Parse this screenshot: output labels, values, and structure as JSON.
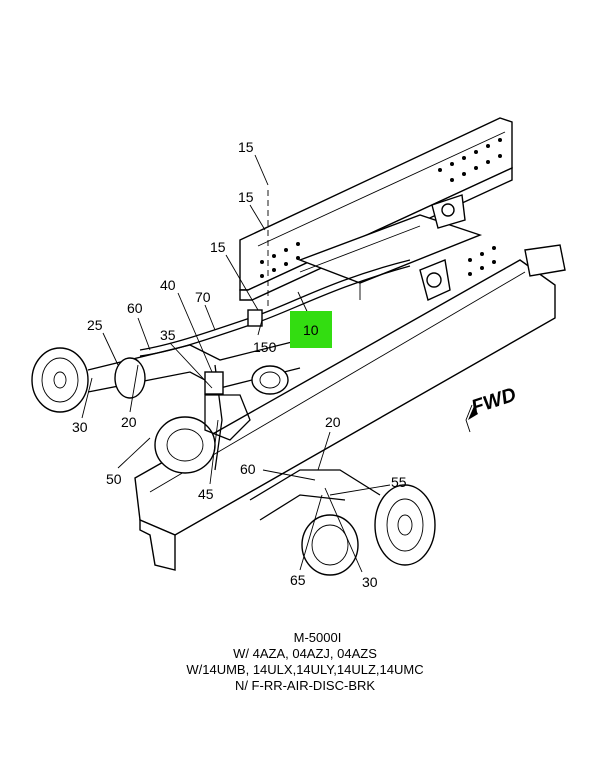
{
  "diagram": {
    "fwd_label": "FWD",
    "highlight_color": "#33dd11",
    "callouts": [
      "15",
      "15",
      "15",
      "40",
      "70",
      "60",
      "25",
      "35",
      "10",
      "150",
      "30",
      "20",
      "50",
      "45",
      "20",
      "60",
      "55",
      "65",
      "30"
    ]
  },
  "caption": {
    "line1": "M-5000I",
    "line2": "W/ 4AZA, 04AZJ, 04AZS",
    "line3": "W/14UMB, 14ULX,14ULY,14ULZ,14UMC",
    "line4": "N/ F-RR-AIR-DISC-BRK"
  }
}
